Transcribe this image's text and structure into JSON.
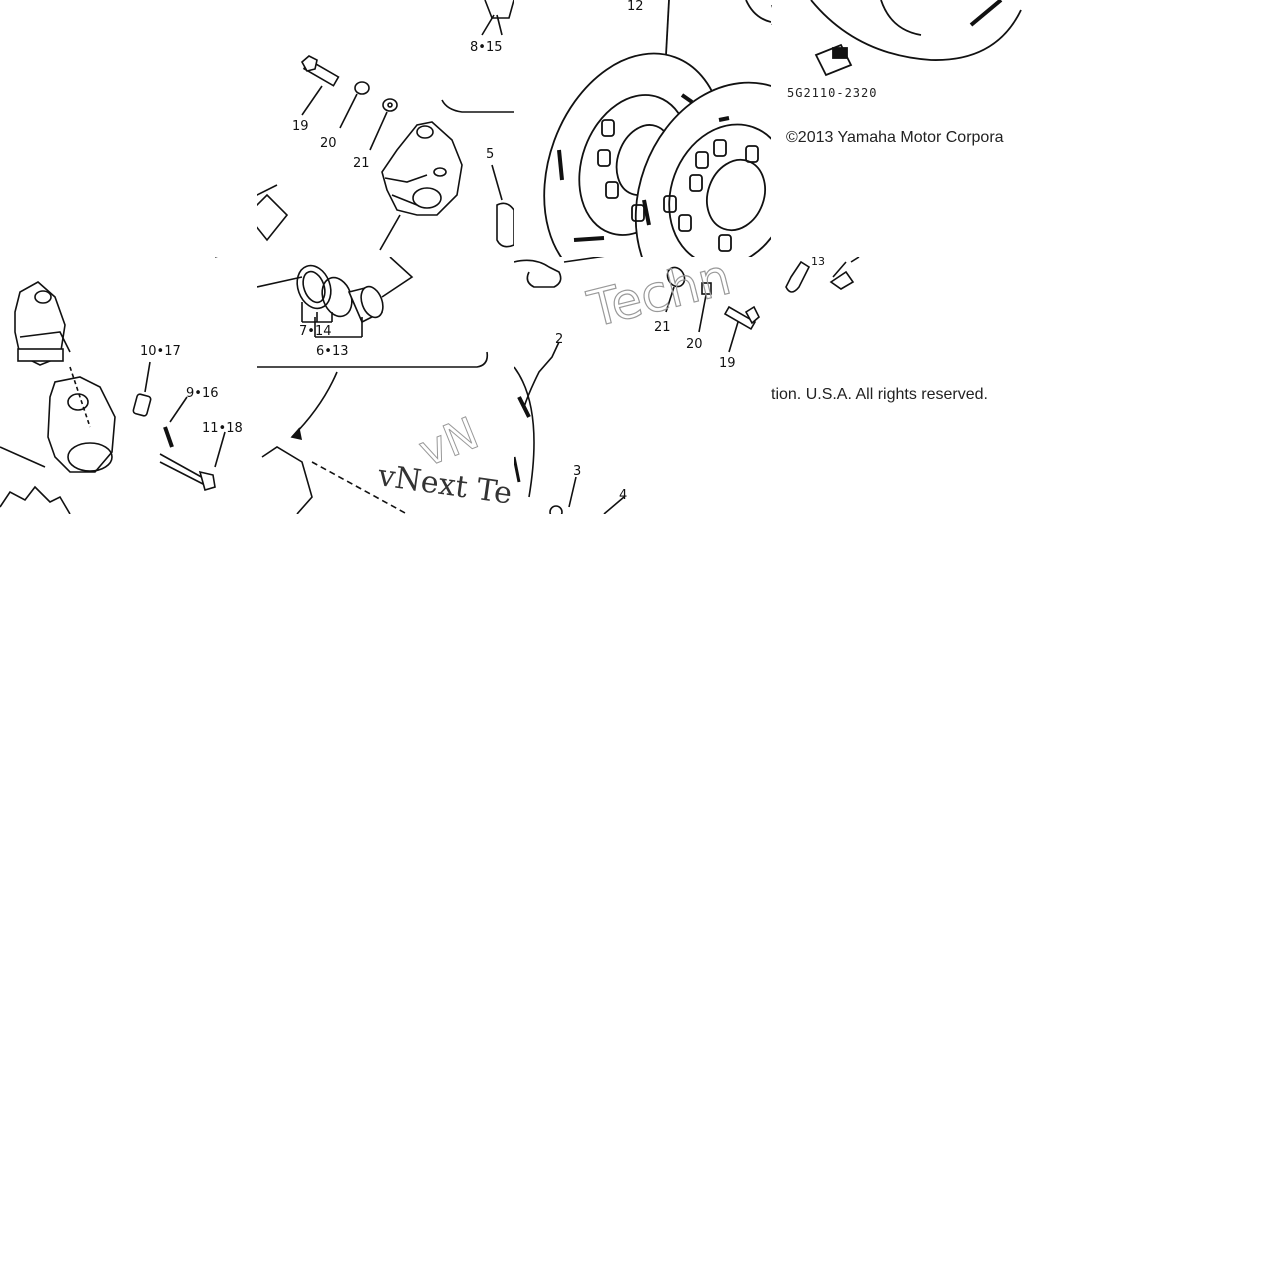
{
  "diagram": {
    "part_code": "5G2110-2320",
    "copyright_part1": "©2013 Yamaha Motor Corpora",
    "copyright_part2": "tion. U.S.A. All rights reserved.",
    "watermark_text_a": "vNext Te",
    "watermark_text_b": "Techn",
    "watermark_text_c": "vN",
    "callouts": {
      "c19a": "19",
      "c20a": "20",
      "c21a": "21",
      "c5": "5",
      "c8_15": "8•15",
      "c12": "12",
      "c7_14": "7•14",
      "c6_13": "6•13",
      "c10_17": "10•17",
      "c9_16": "9•16",
      "c11_18": "11•18",
      "c2": "2",
      "c3": "3",
      "c4": "4",
      "c21b": "21",
      "c20b": "20",
      "c19b": "19",
      "c13": "13"
    }
  }
}
